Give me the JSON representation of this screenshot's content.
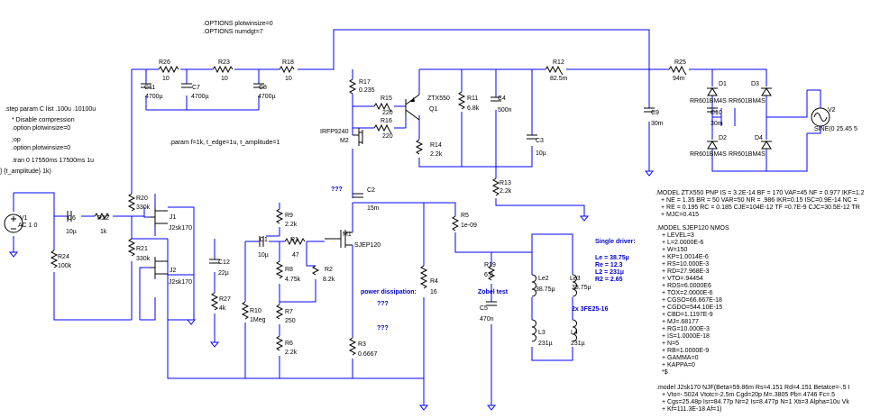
{
  "directives": {
    "options1": ".OPTIONS plotwinsize=0",
    "options2": ".OPTIONS numdgt=7",
    "step": ".step param C list .100u .10100u",
    "disable_comment": "* Disable compression",
    "option_pws1": ".option plotwinsize=0",
    "op": ";op",
    "option_pws2": ".option plotwinsize=0",
    "tran": ".tran 0 17550ms 17500ms 1u",
    "vsrc_expr": "} {t_amplitude} 1k)",
    "param": ".param f=1k, t_edge=1u, t_amplitude=1"
  },
  "components": {
    "R26": {
      "ref": "R26",
      "value": "10"
    },
    "R23": {
      "ref": "R23",
      "value": "10"
    },
    "R18": {
      "ref": "R18",
      "value": "10"
    },
    "C11": {
      "ref": "C11",
      "value": "4700µ"
    },
    "C7": {
      "ref": "C7",
      "value": "4700µ"
    },
    "C8": {
      "ref": "C8",
      "value": "4700µ"
    },
    "R17": {
      "ref": "R17",
      "value": "0.235"
    },
    "R15": {
      "ref": "R15",
      "value": "220"
    },
    "R16": {
      "ref": "R16",
      "value": "220"
    },
    "Q1": {
      "ref": "Q1",
      "model": "ZTX550"
    },
    "M2": {
      "ref": "M2",
      "model": "IRFP9240"
    },
    "R11": {
      "ref": "R11",
      "value": "6.8k"
    },
    "C4": {
      "ref": "C4",
      "value": "500n"
    },
    "R14": {
      "ref": "R14",
      "value": "2.2k"
    },
    "C3": {
      "ref": "C3",
      "value": "10µ"
    },
    "R13": {
      "ref": "R13",
      "value": "2.2k"
    },
    "R12": {
      "ref": "R12",
      "value": "82.5m"
    },
    "C9": {
      "ref": "C9",
      "value": "30m"
    },
    "R25": {
      "ref": "R25",
      "value": "94m"
    },
    "C10": {
      "ref": "C10",
      "value": "30m"
    },
    "D1": {
      "ref": "D1",
      "model": "RR601BM4S"
    },
    "D2": {
      "ref": "D2",
      "model": "RR601BM4S"
    },
    "D3": {
      "ref": "D3",
      "model": "RR601BM4S"
    },
    "D4": {
      "ref": "D4",
      "model": "RR601BM4S"
    },
    "V2": {
      "ref": "V2",
      "value": "SINE(0 25.45 5"
    },
    "V1": {
      "ref": "V1",
      "value": "AC 1 0"
    },
    "C6": {
      "ref": "C6",
      "value": "10µ"
    },
    "R22": {
      "ref": "R22",
      "value": "1k"
    },
    "R24": {
      "ref": "R24",
      "value": "100k"
    },
    "R20": {
      "ref": "R20",
      "value": "330k"
    },
    "R21": {
      "ref": "R21",
      "value": "330k"
    },
    "J1": {
      "ref": "J1",
      "model": "J2sk170"
    },
    "J2": {
      "ref": "J2",
      "model": "J2sk170"
    },
    "C12": {
      "ref": "C12",
      "value": "22µ"
    },
    "R27": {
      "ref": "R27",
      "value": "4k"
    },
    "R10": {
      "ref": "R10",
      "value": "1Meg"
    },
    "C2": {
      "ref": "C2",
      "value": "15m"
    },
    "R9": {
      "ref": "R9",
      "value": "2.2k"
    },
    "C1": {
      "ref": "C1",
      "value": "10µ"
    },
    "R1": {
      "ref": "R1",
      "value": "47"
    },
    "M1": {
      "ref": "M1",
      "model": "SJEP120"
    },
    "R8": {
      "ref": "R8",
      "value": "4.75k"
    },
    "R2": {
      "ref": "R2",
      "value": "8.2k"
    },
    "R7": {
      "ref": "R7",
      "value": "250"
    },
    "R6": {
      "ref": "R6",
      "value": "2.2k"
    },
    "R3": {
      "ref": "R3",
      "value": "0.6667"
    },
    "R4": {
      "ref": "R4",
      "value": "16"
    },
    "R5": {
      "ref": "R5",
      "value": "1e-09"
    },
    "R19": {
      "ref": "R19",
      "value": "6.8"
    },
    "C5": {
      "ref": "C5",
      "value": "470n"
    },
    "Le2": {
      "ref": "Le2",
      "value": "38.75µ"
    },
    "Le3": {
      "ref": "Le3",
      "value": "38.75µ"
    },
    "L3": {
      "ref": "L3",
      "value": "231µ"
    },
    "L4": {
      "ref": "L4",
      "value": "231µ"
    }
  },
  "annotations": {
    "qq1": "???",
    "qq2": "???",
    "qq3": "???",
    "power": "power dissipation:",
    "zobel": "Zobel test",
    "single": "Single driver:",
    "le": "Le = 38.75µ",
    "re": "Re = 12.3",
    "l2": "L2 = 231µ",
    "r2": "R2 = 2.65",
    "dual": "2x 3FE25-16"
  },
  "models": {
    "ztx": [
      ".MODEL ZTX550 PNP IS = 3.2E-14 BF = 170 VAF=45 NF = 0.977 IKF=1.2",
      "+ NE = 1.35 BR = 50 VAR=50 NR = .986 IKR=0.15 ISC=0.9E-14 NC =",
      "+ RE = 0.195 RC = 0.185 CJE=104E-12 TF =0.7E-9 CJC=30.5E-12 TR",
      "+ MJC=0.415"
    ],
    "sjep": [
      ".MODEL SJEP120 NMOS",
      "+ LEVEL=3",
      "+ L=2.0000E-6",
      "+ W=150",
      "+ KP=1.0014E-6",
      "+ RS=10.000E-3",
      "+ RD=27.968E-3",
      "+ VTO=.94454",
      "+ RDS=6.0000E6",
      "+ TOX=2.0000E-6",
      "+ CGSO=66.667E-18",
      "+ CGDO=544.10E-15",
      "+ CBD=1.1197E-9",
      "+ MJ=.68177",
      "+ RG=10.000E-3",
      "+ IS=1.0000E-18",
      "+ N=5",
      "+ RB=1.0000E-9",
      "+ GAMMA=0",
      "+ KAPPA=0",
      "*$"
    ],
    "j2sk": [
      ".model J2sk170 NJF(Beta=59.86m Rs=4.151 Rd=4.151 Betatce=-.5 I",
      "+ Vto=-.5024 Vtotc=-2.5m Cgd=20p M=.3805 Pb=.4746 Fc=.5",
      "+ Cgs=25.48p Isr=84.77p Nr=2 Is=8.477p N=1 Xti=3 Alpha=10u Vk",
      "+ Kf=111.3E-18 Af=1)"
    ]
  }
}
